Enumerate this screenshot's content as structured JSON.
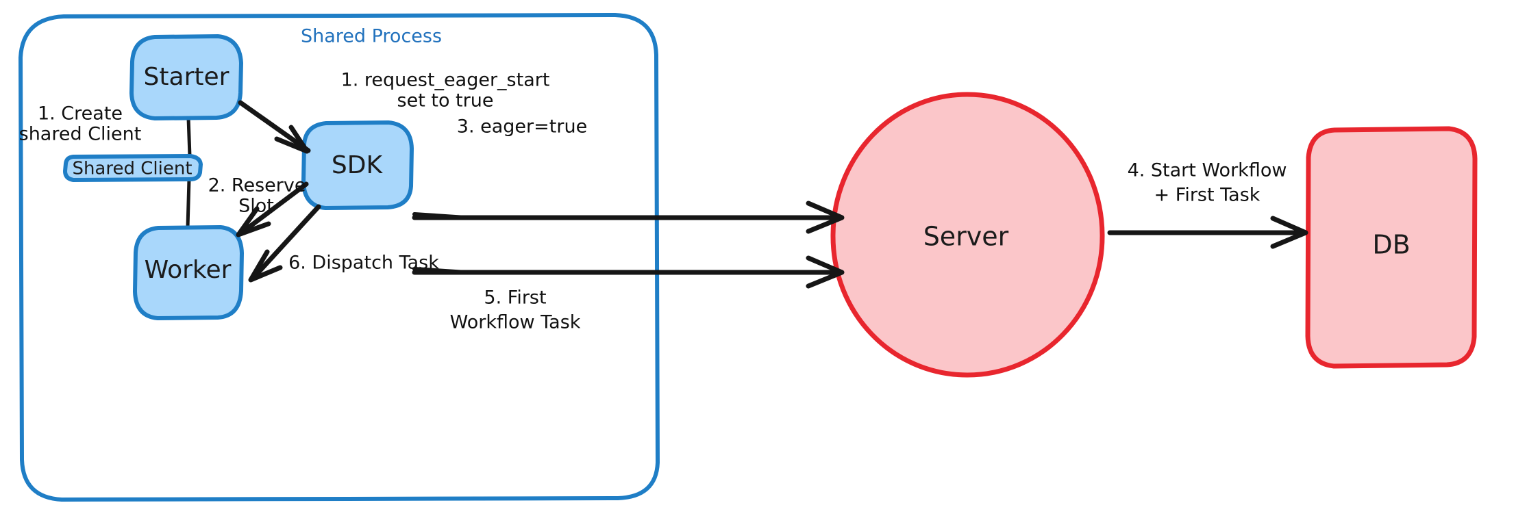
{
  "diagram": {
    "title_group": "Shared Process",
    "colors": {
      "blue_fill": "#a9d7fb",
      "blue_stroke": "#1f7ec6",
      "red_fill": "#fbc6c9",
      "red_stroke": "#e8262e",
      "edge": "#161616",
      "group_label": "#2272bd",
      "background": "#ffffff"
    },
    "nodes": {
      "starter": "Starter",
      "shared_client": "Shared Client",
      "worker": "Worker",
      "sdk": "SDK",
      "server": "Server",
      "db": "DB"
    },
    "edges": {
      "create_shared_client": "1. Create\nshared Client",
      "create_shared_client_line1": "1. Create",
      "create_shared_client_line2": "shared Client",
      "request_eager_start_line1": "1. request_eager_start",
      "request_eager_start_line2": "set to true",
      "reserve_slot_line1": "2. Reserve",
      "reserve_slot_line2": "Slot",
      "eager_true": "3. eager=true",
      "start_workflow_line1": "4. Start Workflow",
      "start_workflow_line2": "+ First Task",
      "first_workflow_task_line1": "5. First",
      "first_workflow_task_line2": "Workflow Task",
      "dispatch_task": "6. Dispatch Task"
    }
  }
}
